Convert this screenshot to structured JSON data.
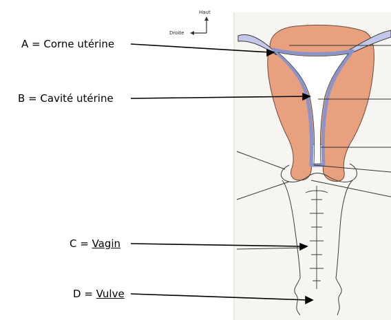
{
  "orientation": {
    "up_label": "Haut",
    "right_label": "Droite"
  },
  "labels": {
    "a": {
      "prefix": "A = ",
      "text": "Corne utérine",
      "underlined": false
    },
    "b": {
      "prefix": "B = ",
      "text": "Cavité utérine",
      "underlined": false
    },
    "c": {
      "prefix": "C = ",
      "text": "Vagin",
      "underlined": true
    },
    "d": {
      "prefix": "D = ",
      "text": "Vulve",
      "underlined": true
    }
  },
  "colors": {
    "uterus_fill": "#e8a07e",
    "cavity_lining": "#8a94c8",
    "photo_background": "#f6f5f1",
    "outline": "#3a3a3a"
  }
}
